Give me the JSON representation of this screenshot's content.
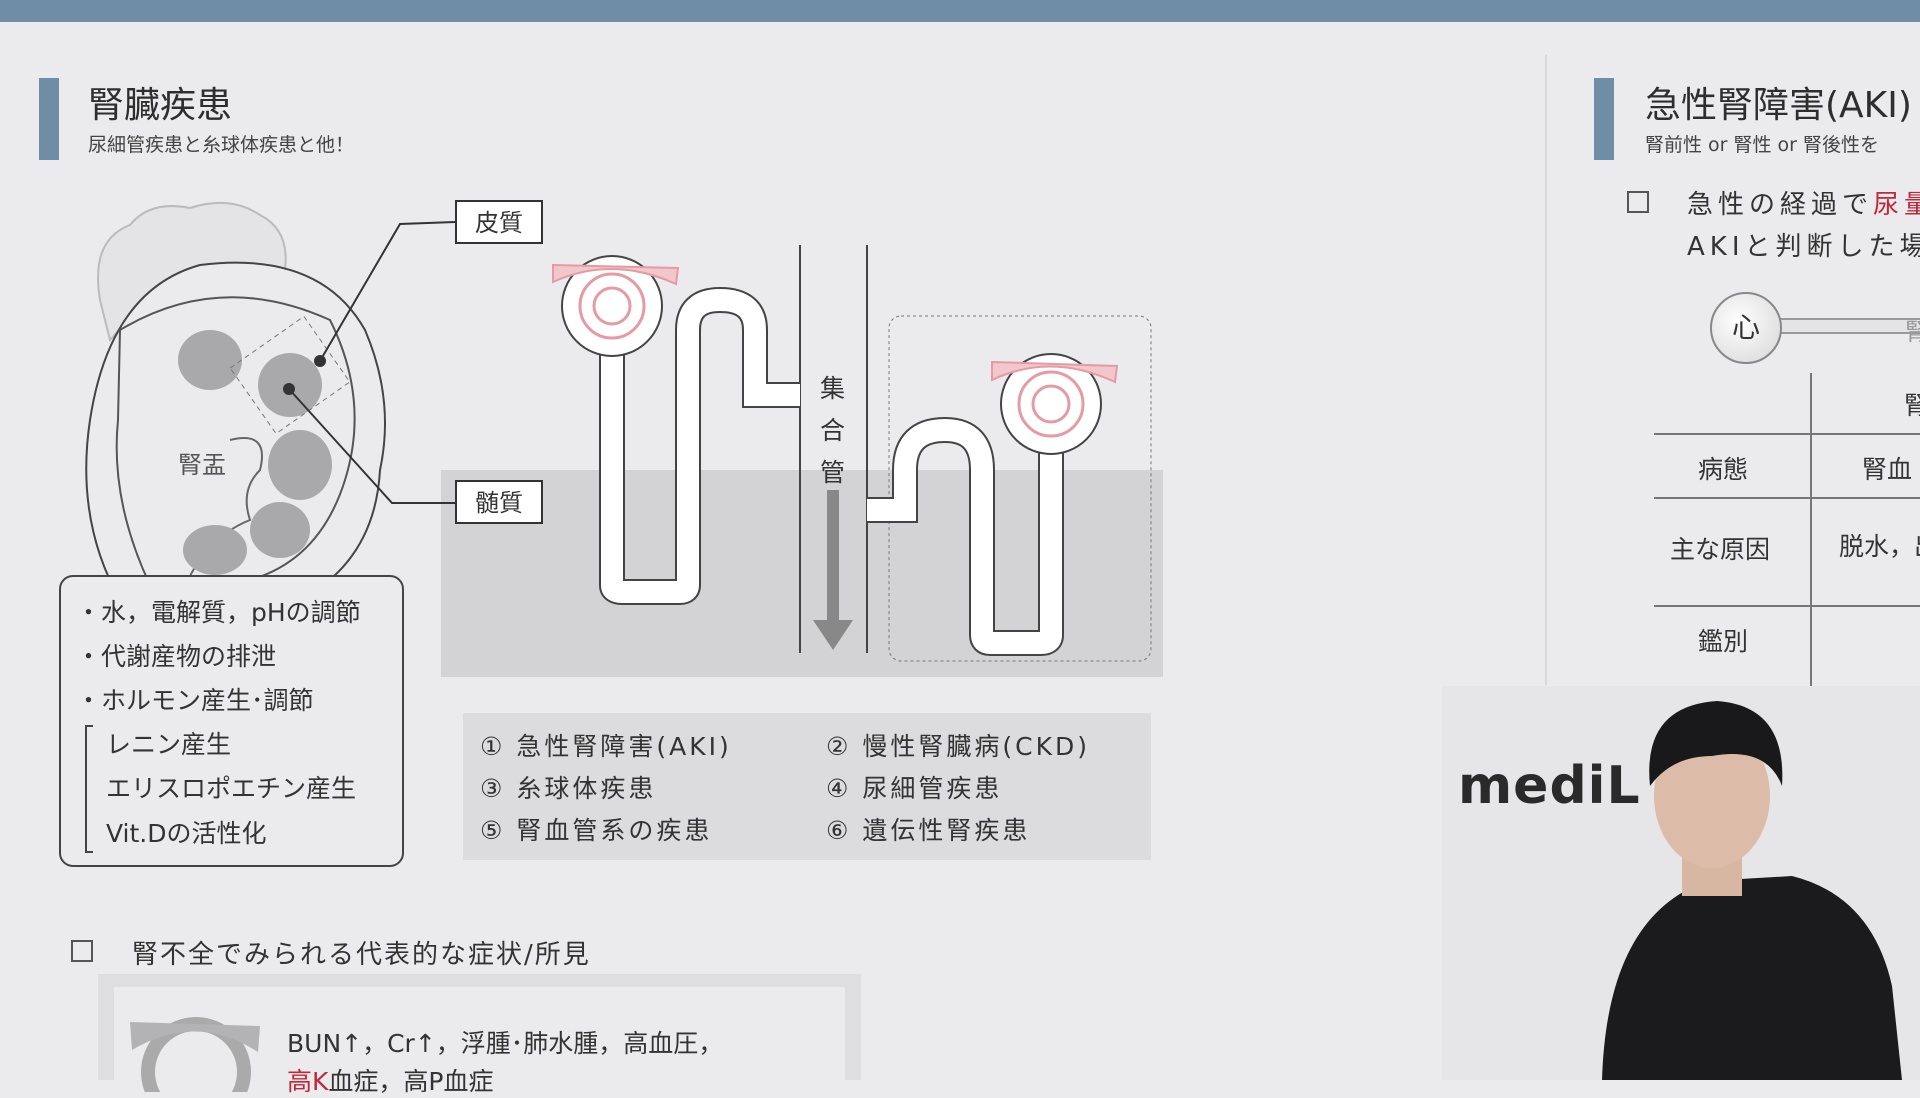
{
  "left": {
    "title": "腎臓疾患",
    "subtitle": "尿細管疾患と糸球体疾患と他！",
    "labels": {
      "cortex": "皮質",
      "medulla": "髄質",
      "pelvis": "腎盂",
      "collecting_duct": [
        "集",
        "合",
        "管"
      ]
    },
    "functions": [
      "・水，電解質，pHの調節",
      "・代謝産物の排泄",
      "・ホルモン産生･調節",
      "レニン産生",
      "エリスロポエチン産生",
      "Vit.Dの活性化"
    ],
    "diseases": [
      {
        "num": "①",
        "label": "急性腎障害(AKI)"
      },
      {
        "num": "②",
        "label": "慢性腎臓病(CKD)"
      },
      {
        "num": "③",
        "label": "糸球体疾患"
      },
      {
        "num": "④",
        "label": "尿細管疾患"
      },
      {
        "num": "⑤",
        "label": "腎血管系の疾患"
      },
      {
        "num": "⑥",
        "label": "遺伝性腎疾患"
      }
    ],
    "symptoms_heading": "腎不全でみられる代表的な症状/所見",
    "symptoms_line1": "BUN↑，Cr↑，浮腫･肺水腫，高血圧，",
    "symptoms_line2_red": "高K",
    "symptoms_line2_rest": "血症，高P血症"
  },
  "right": {
    "title": "急性腎障害(AKI)",
    "subtitle": "腎前性 or 腎性 or 腎後性を",
    "check_line1_a": "急性の経過で",
    "check_line1_red": "尿量",
    "check_line2": "AKIと判断した場",
    "heart": "心",
    "kidney_partial": "腎",
    "table": {
      "header_partial": "腎",
      "rows": [
        {
          "label": "病態",
          "value": "腎血",
          "red": false
        },
        {
          "label": "主な原因",
          "value": "脱水，出",
          "red": true
        },
        {
          "label": "鑑別",
          "value": "",
          "red": false
        }
      ]
    }
  },
  "webcam": {
    "logo": "mediL"
  },
  "colors": {
    "accent": "#6f8ea6",
    "red": "#c0283a",
    "pink": "#e59aa4",
    "background": "#ebebed"
  }
}
